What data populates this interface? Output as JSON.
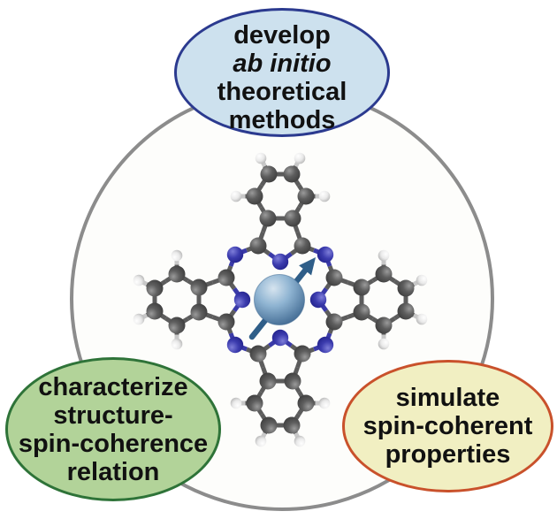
{
  "canvas": {
    "background": "#ffffff",
    "outer_circle_stroke": "#8c8c8c",
    "outer_circle_fill": "#fdfdfb"
  },
  "bubbles": [
    {
      "name": "develop-ab-initio-theoretical-methods",
      "lines": [
        "develop",
        "ab initio",
        "theoretical",
        "methods"
      ],
      "fill": "#cde1ee",
      "border": "#2b3a8f"
    },
    {
      "name": "characterize-structure-spin-coherence-relation",
      "lines": [
        "characterize",
        "structure-",
        "spin-coherence",
        "relation"
      ],
      "fill": "#b2d399",
      "border": "#2e7338"
    },
    {
      "name": "simulate-spin-coherent-properties",
      "lines": [
        "simulate",
        "spin-coherent",
        "properties"
      ],
      "fill": "#f1efc2",
      "border": "#c9512b"
    }
  ],
  "molecule": {
    "name": "metal-phthalocyanine-with-spin-arrow",
    "colors": {
      "carbon": "#575757",
      "nitrogen": "#35359f",
      "hydrogen": "#ececec",
      "hydrogen_bond": "#c8c8c8",
      "carbon_bond": "#5c5c5c",
      "nitrogen_bond": "#3a3aa8",
      "spin_sphere": "#6e9dc2",
      "spin_arrow": "#2f5e88"
    }
  }
}
